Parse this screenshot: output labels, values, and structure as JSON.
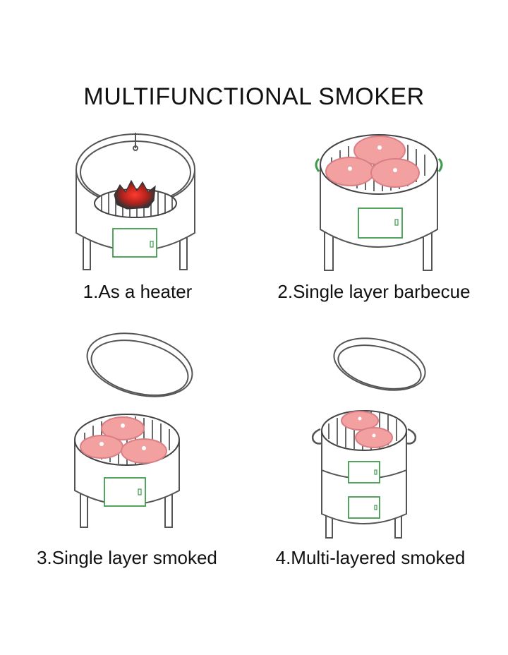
{
  "title": "MULTIFUNCTIONAL SMOKER",
  "colors": {
    "accent_green": "#3f9a4c",
    "meat": "#f2a0a0",
    "meat_dark": "#d97f86",
    "fire": "#e0302a",
    "outline": "#555555"
  },
  "panels": [
    {
      "caption": "1.As a heater",
      "icon": "heater-smoker-icon"
    },
    {
      "caption": "2.Single layer barbecue",
      "icon": "barbecue-smoker-icon"
    },
    {
      "caption": "3.Single layer smoked",
      "icon": "single-layer-smoker-icon"
    },
    {
      "caption": "4.Multi-layered smoked",
      "icon": "multi-layer-smoker-icon"
    }
  ]
}
